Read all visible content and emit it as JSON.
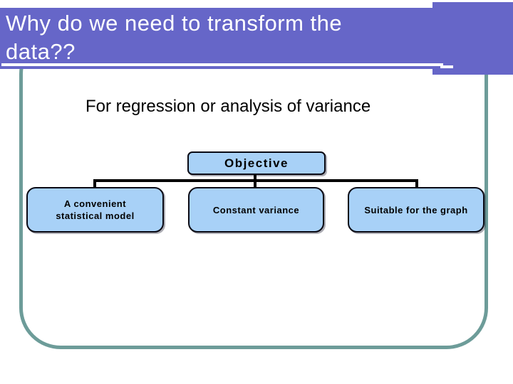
{
  "slide": {
    "title": {
      "line1": "Why do we need to transform the",
      "line2": "data??"
    },
    "body": {
      "text": "For regression or analysis of variance"
    },
    "diagram": {
      "root": {
        "label": "Objective"
      },
      "children": [
        {
          "line1": "A convenient",
          "line2": "statistical model"
        },
        {
          "line1": "Constant variance"
        },
        {
          "line1": "Suitable for the graph"
        }
      ]
    },
    "colors": {
      "header_purple": "#6666C8",
      "frame_teal": "#6D9C99",
      "box_fill_blue": "#A8D1F7",
      "box_border": "#0a0a14",
      "title_text": "#FFFFFF",
      "body_text": "#000000"
    }
  }
}
